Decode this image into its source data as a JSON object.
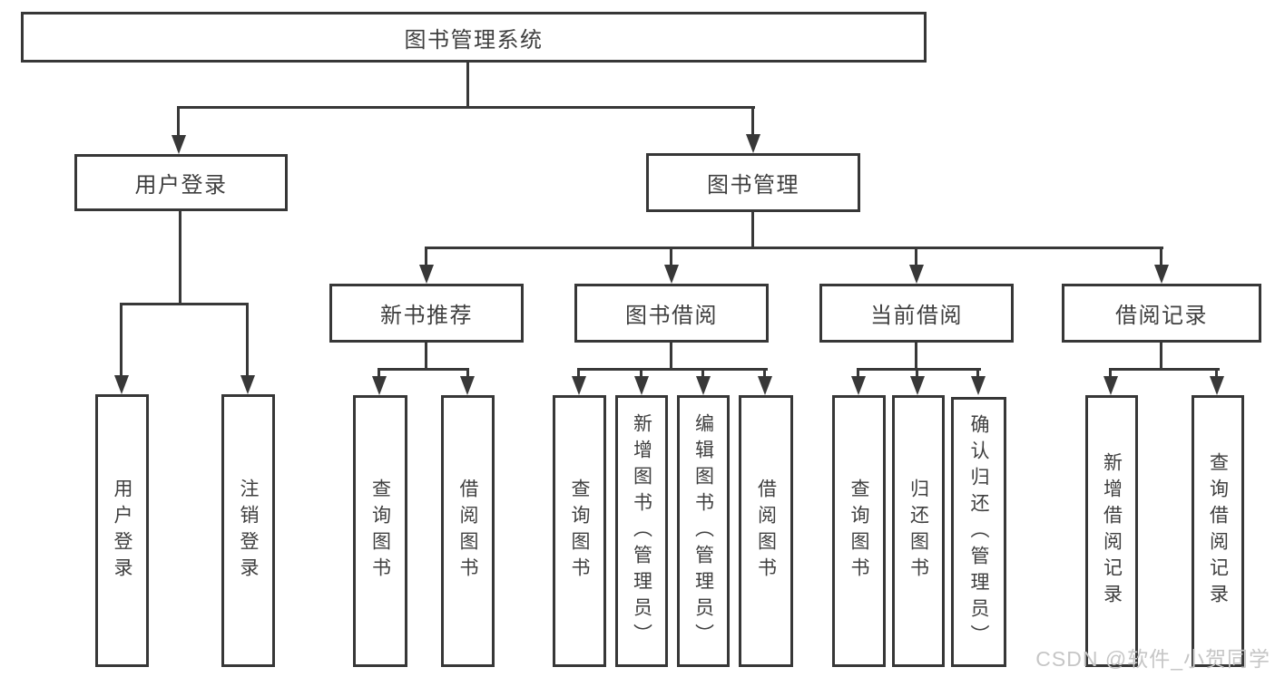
{
  "colors": {
    "line": "#383838",
    "border": "#373737",
    "text": "#3f3f3f",
    "background": "#ffffff",
    "watermark": "#c6c6c6"
  },
  "watermark": {
    "text": "CSDN @软件_小贺同学"
  },
  "tree": {
    "root": {
      "label": "图书管理系统"
    },
    "branches": [
      {
        "label": "用户登录",
        "children": [
          {
            "label": "用户登录"
          },
          {
            "label": "注销登录"
          }
        ]
      },
      {
        "label": "图书管理",
        "children": [
          {
            "label": "新书推荐",
            "children": [
              {
                "label": "查询图书"
              },
              {
                "label": "借阅图书"
              }
            ]
          },
          {
            "label": "图书借阅",
            "children": [
              {
                "label": "查询图书"
              },
              {
                "label": "新增图书（管理员）"
              },
              {
                "label": "编辑图书（管理员）"
              },
              {
                "label": "借阅图书"
              }
            ]
          },
          {
            "label": "当前借阅",
            "children": [
              {
                "label": "查询图书"
              },
              {
                "label": "归还图书"
              },
              {
                "label": "确认归还（管理员）"
              }
            ]
          },
          {
            "label": "借阅记录",
            "children": [
              {
                "label": "新增借阅记录"
              },
              {
                "label": "查询借阅记录"
              }
            ]
          }
        ]
      }
    ]
  }
}
